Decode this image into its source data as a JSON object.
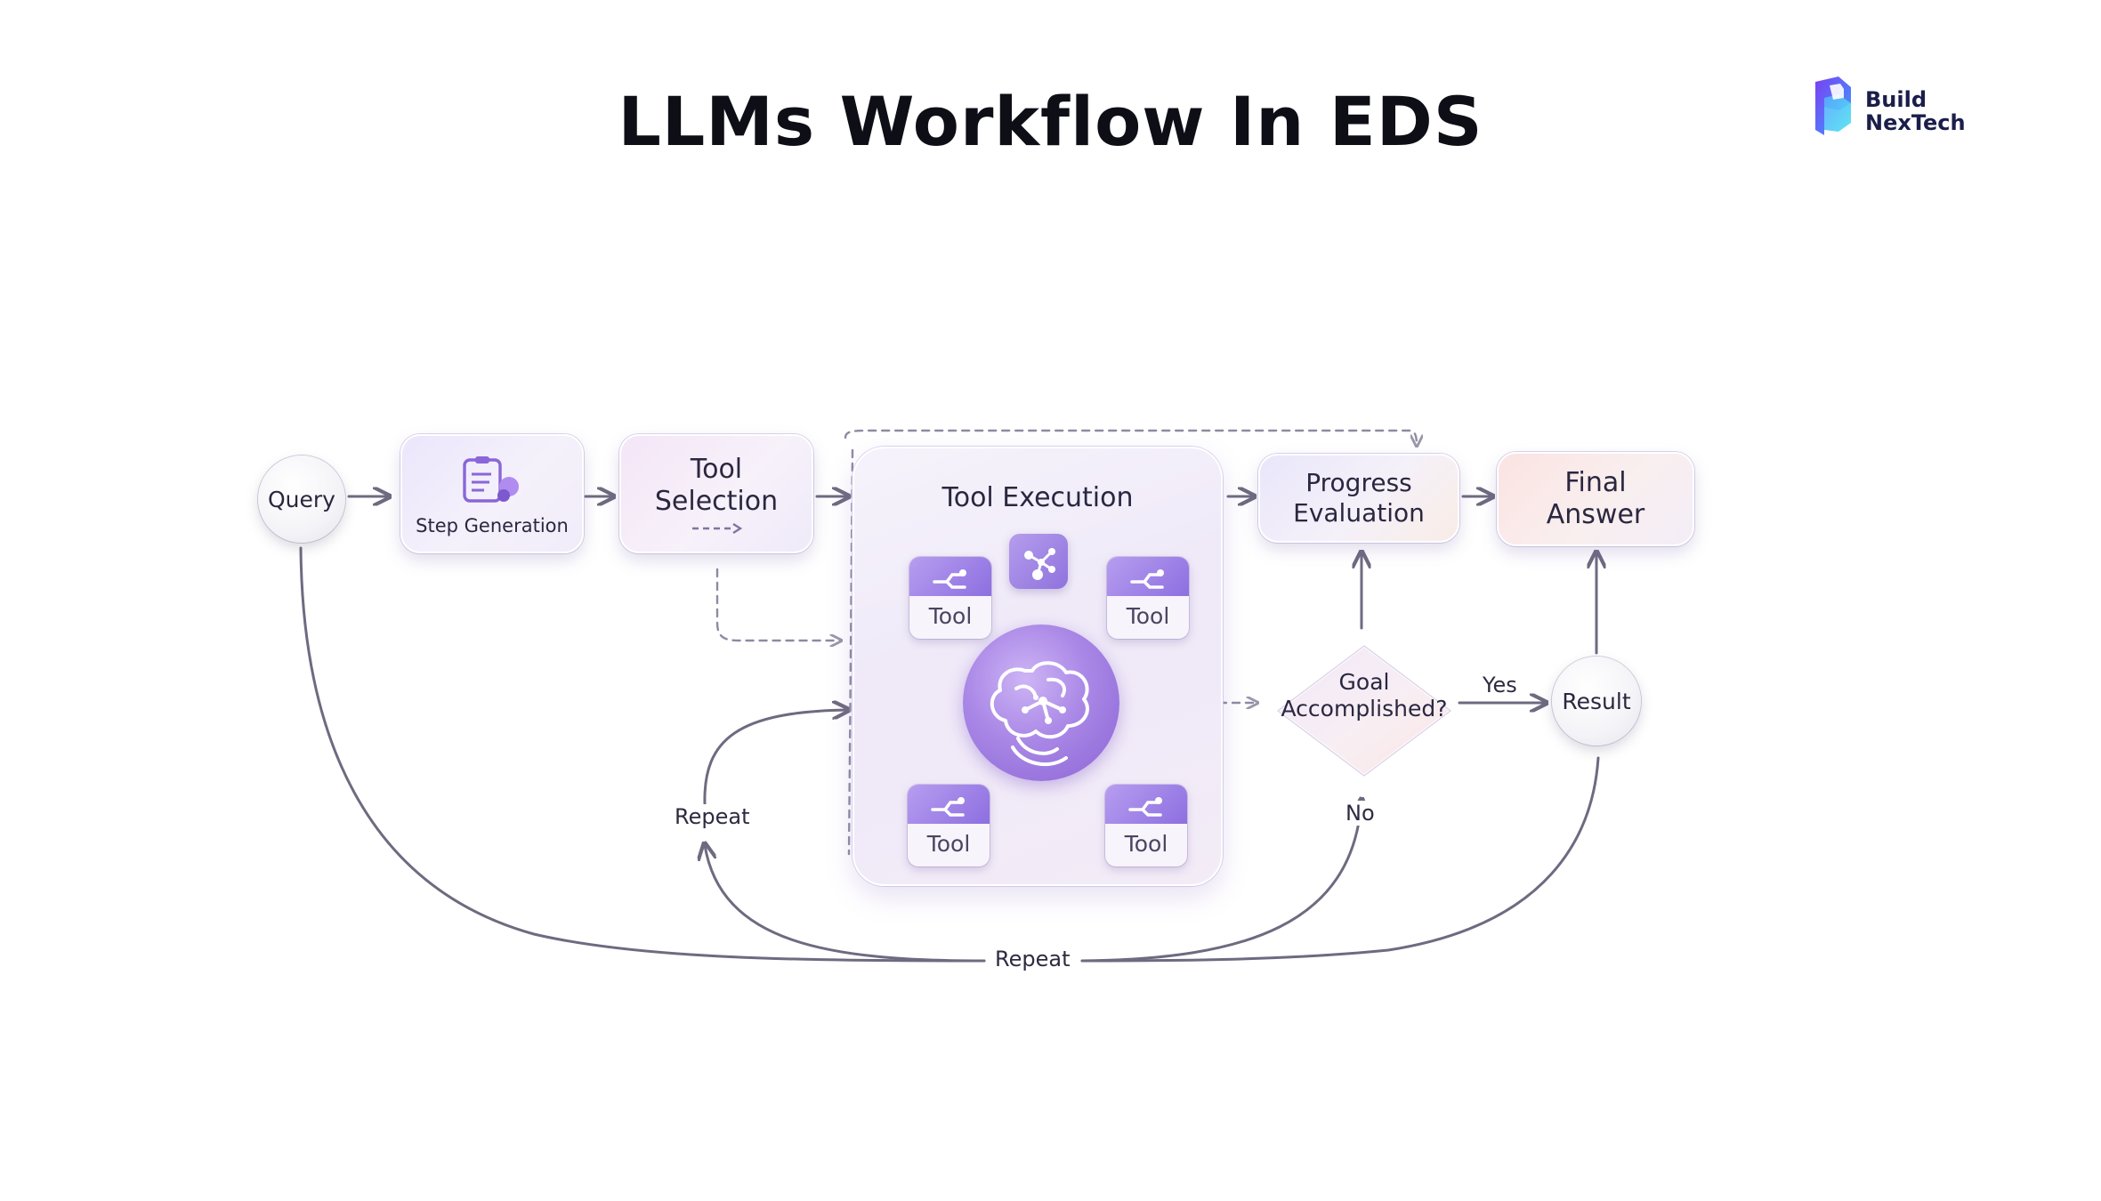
{
  "title": "LLMs Workflow In EDS",
  "logo": {
    "line1": "Build",
    "line2": "NexTech"
  },
  "nodes": {
    "query": "Query",
    "step_generation": "Step Generation",
    "tool_selection": [
      "Tool",
      "Selection"
    ],
    "tool_execution": "Tool Execution",
    "tool_label": "Tool",
    "progress_evaluation": [
      "Progress",
      "Evaluation"
    ],
    "final_answer": [
      "Final",
      "Answer"
    ],
    "goal": [
      "Goal",
      "Accomplished?"
    ],
    "result": "Result"
  },
  "edges": {
    "yes": "Yes",
    "no": "No",
    "repeat_inner": "Repeat",
    "repeat_bottom": "Repeat"
  },
  "colors": {
    "accent_purple": "#8d6fe0",
    "wire": "#6e6a80",
    "brand_blue": "#1b1d4a"
  },
  "icons": [
    "checklist-person-icon",
    "network-icon",
    "brain-icon",
    "tool-icon"
  ]
}
